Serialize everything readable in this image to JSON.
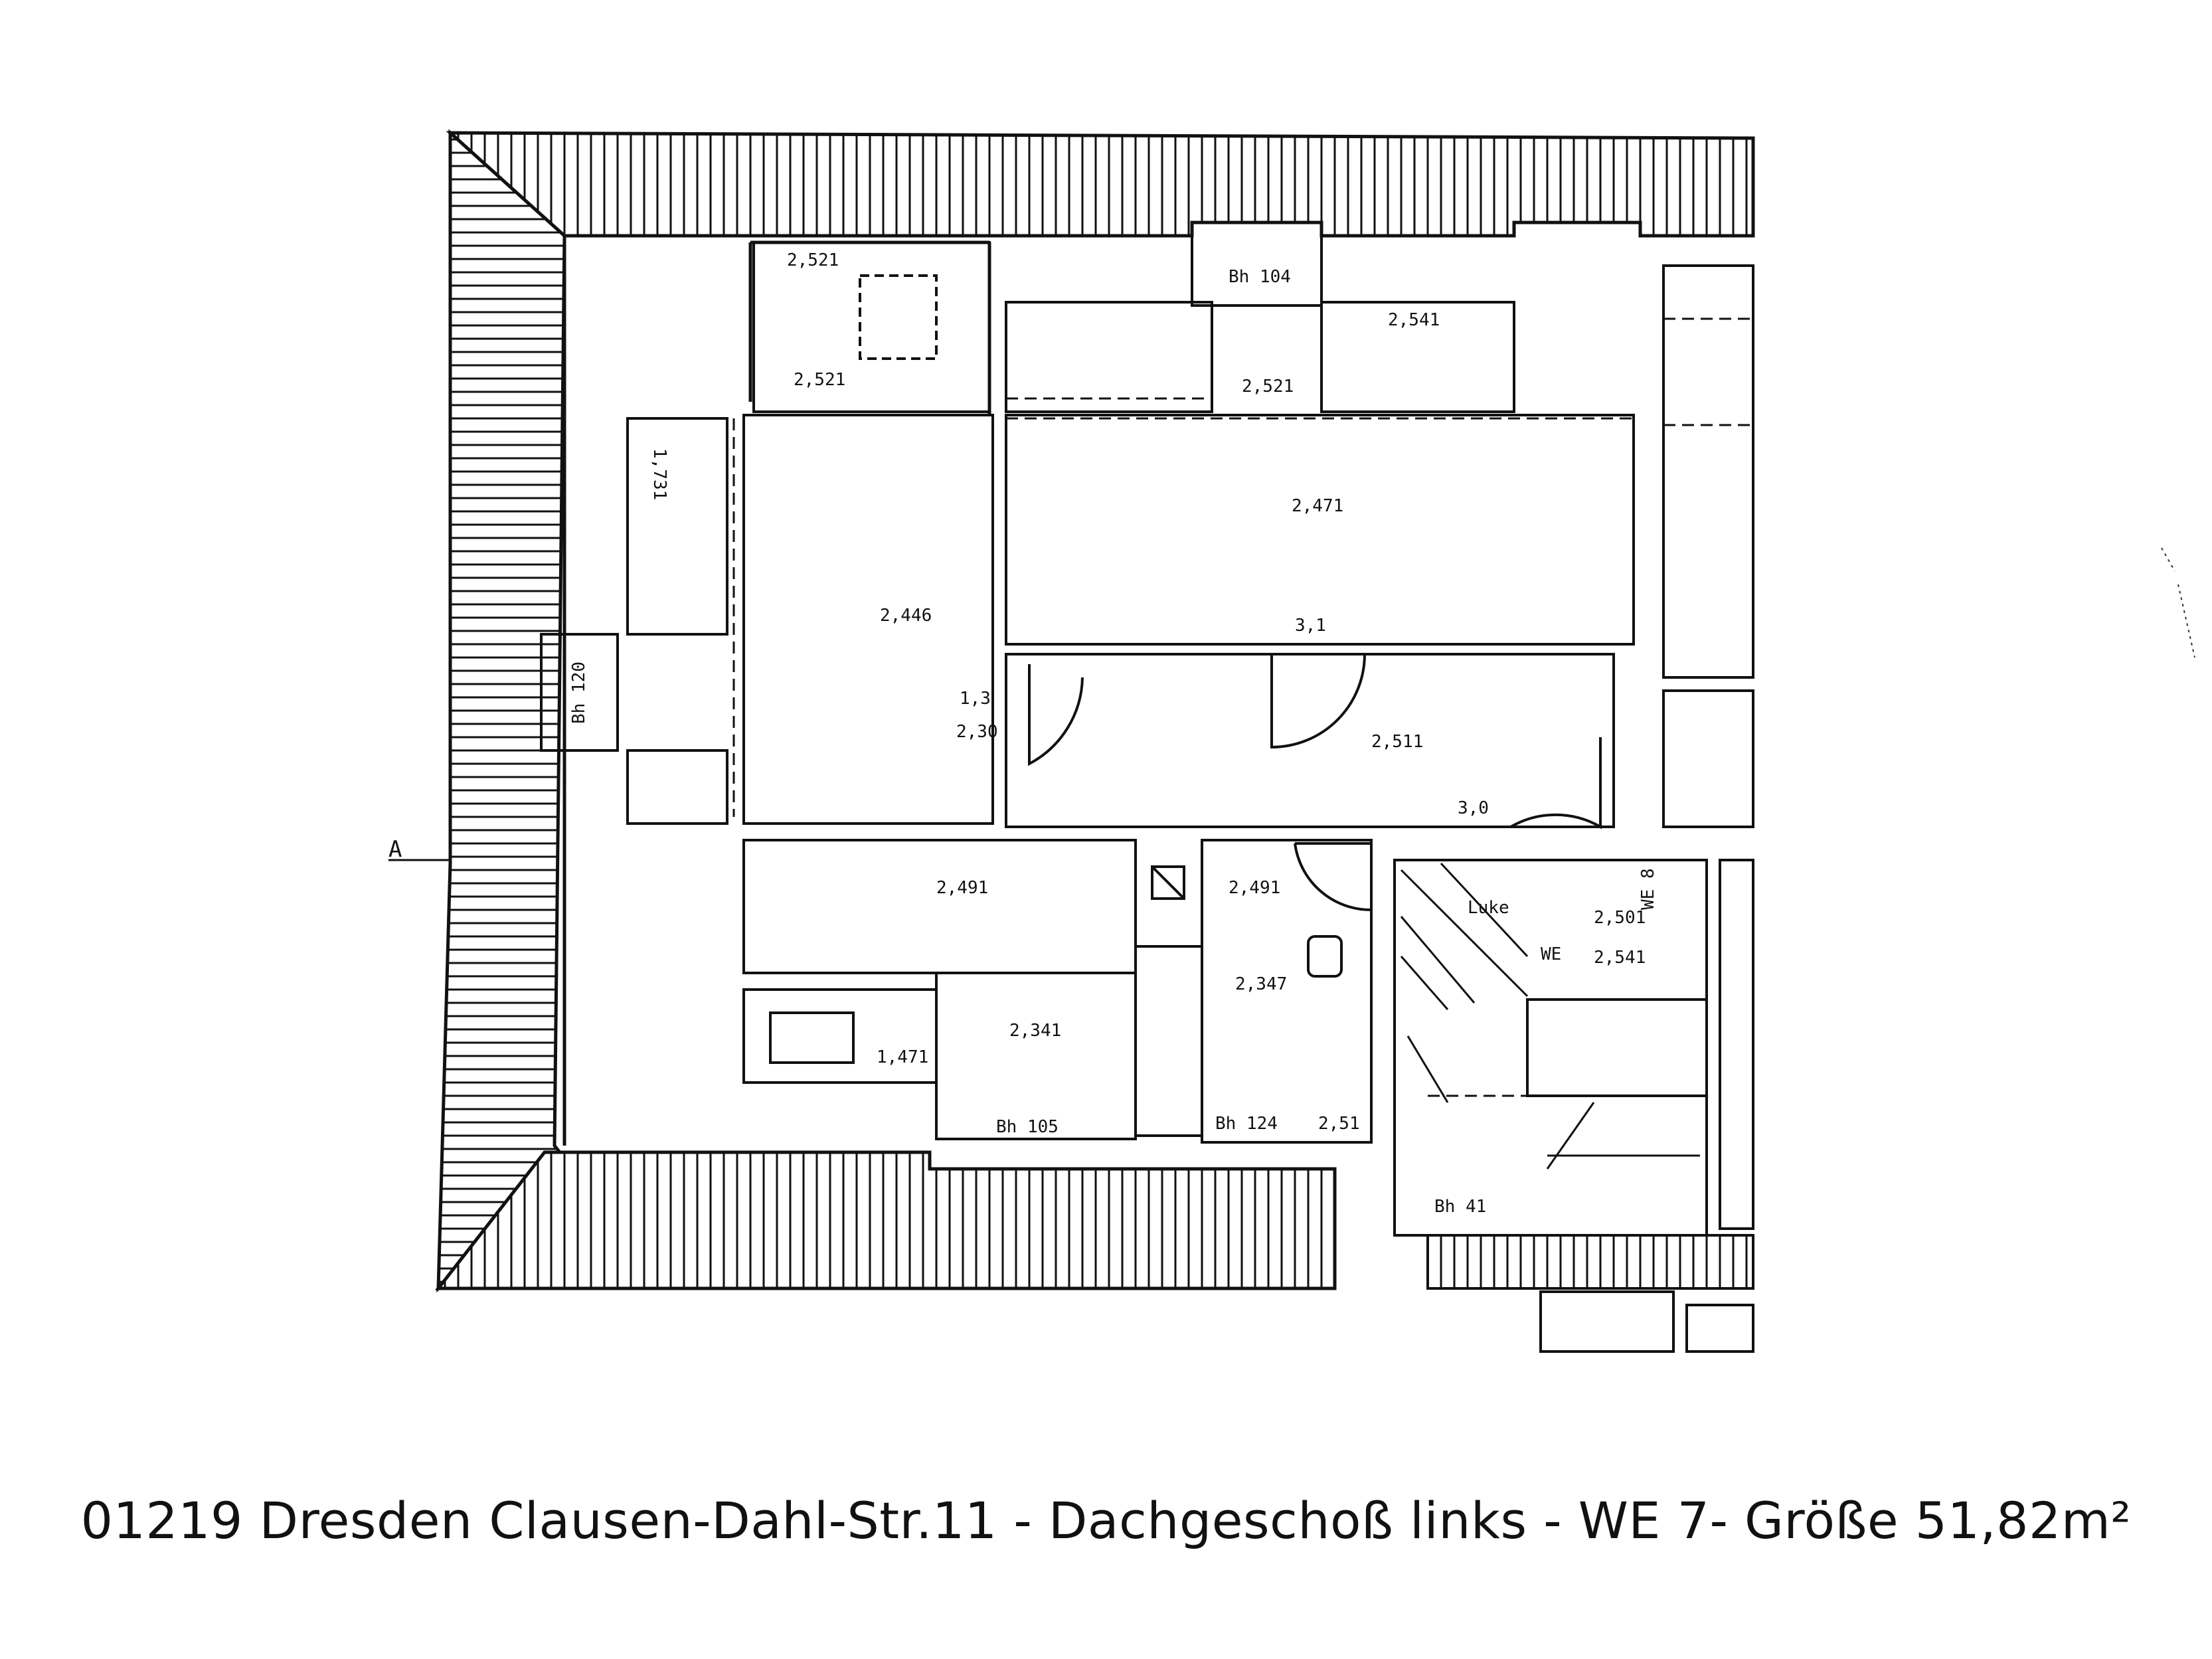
{
  "caption": "01219 Dresden Clausen-Dahl-Str.11 - Dachgeschoß links - WE 7- Größe 51,82m²",
  "plan": {
    "marker": "A",
    "annotations": [
      "Bh 104",
      "Bh 120",
      "Bh 105",
      "Bh 124",
      "Bh 41",
      "2,521",
      "2,521",
      "2,521",
      "2,471",
      "2,446",
      "2,511",
      "2,491",
      "2,491",
      "2,347",
      "2,341",
      "2,541",
      "2,501",
      "2,541",
      "1,471",
      "1,731",
      "WE 8",
      "Luke",
      "WE",
      "3,1",
      "2,51",
      "2,30",
      "1,3",
      "3,0"
    ]
  }
}
